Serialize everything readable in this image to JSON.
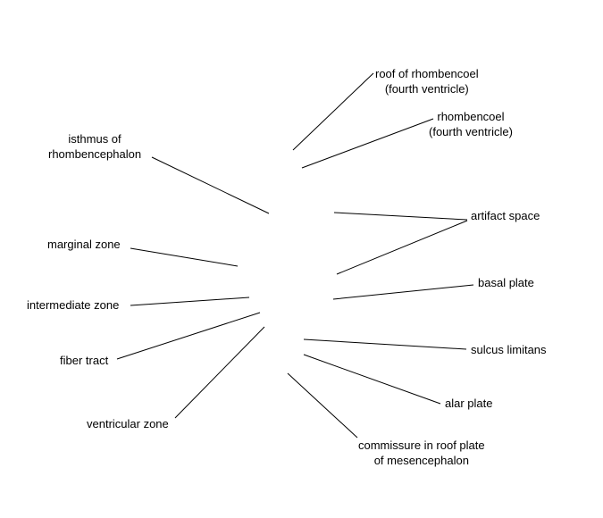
{
  "labels": {
    "roof_of_rhombencoel": [
      "roof of rhombencoel",
      "(fourth ventricle)"
    ],
    "rhombencoel": [
      "rhombencoel",
      "(fourth ventricle)"
    ],
    "isthmus": [
      "isthmus of",
      "rhombencephalon"
    ],
    "artifact_space": "artifact space",
    "marginal_zone": "marginal zone",
    "basal_plate": "basal plate",
    "intermediate_zone": "intermediate zone",
    "fiber_tract": "fiber tract",
    "sulcus_limitans": "sulcus limitans",
    "alar_plate": "alar plate",
    "ventricular_zone": "ventricular zone",
    "commissure": [
      "commissure in roof plate",
      "of mesencephalon"
    ]
  },
  "colors": {
    "line": "#000000",
    "text": "#000000",
    "background": "#ffffff"
  }
}
